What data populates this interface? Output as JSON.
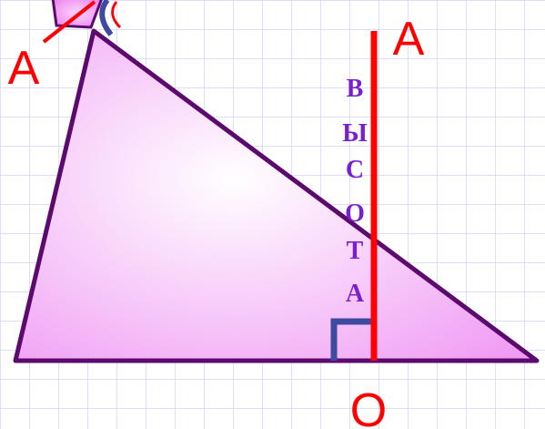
{
  "colors": {
    "grid": "#c9c9f0",
    "triangle_fill_center": "#ffffff",
    "triangle_fill_edge": "#f09cf4",
    "triangle_stroke": "#5c0a6e",
    "height_line": "#ff0000",
    "right_angle_mark": "#3d4aa0",
    "vertical_word": "#7a1fd0",
    "point_labels": "#ff0000"
  },
  "labels": {
    "top_right": "А",
    "top_left": "А",
    "foot": "О"
  },
  "vertical_word": [
    "В",
    "Ы",
    "С",
    "О",
    "Т",
    "А"
  ]
}
